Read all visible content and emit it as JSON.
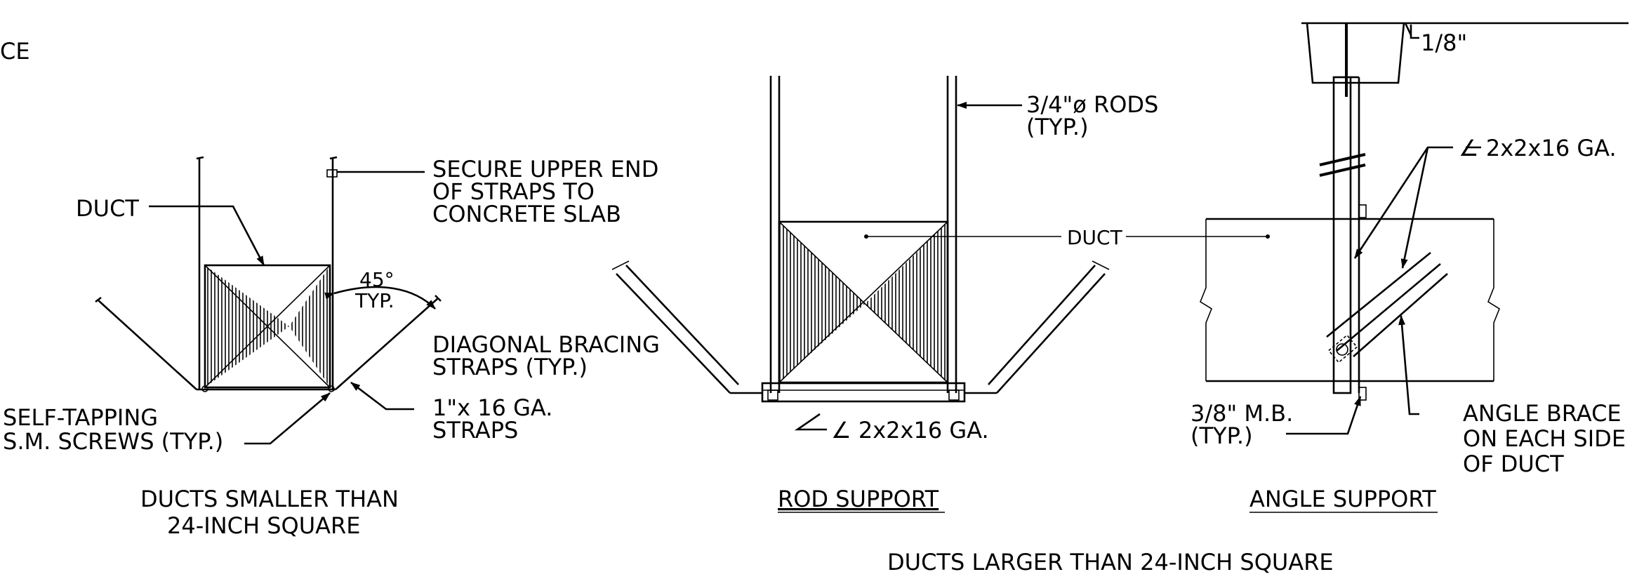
{
  "labels": {
    "cut_off_top_left": "CE",
    "duct_left": "DUCT",
    "secure_line1": "SECURE UPPER END",
    "secure_line2": "OF STRAPS TO",
    "secure_line3": "CONCRETE SLAB",
    "angle_45": "45°",
    "typ_angle": "TYP.",
    "diag_line1": "DIAGONAL BRACING",
    "diag_line2": "STRAPS (TYP.)",
    "strap_line1": "1\"x 16 GA.",
    "strap_line2": "STRAPS",
    "screws_line1": "SELF-TAPPING",
    "screws_line2": "S.M. SCREWS (TYP.)",
    "caption_small_line1": "DUCTS SMALLER THAN",
    "caption_small_line2": "24-INCH SQUARE",
    "rods_line1": "3/4\"ø RODS",
    "rods_line2": "(TYP.)",
    "duct_center": "DUCT",
    "angle_rod": "∠ 2x2x16 GA.",
    "caption_rod": "ROD SUPPORT",
    "weld_size": "1/8\"",
    "angle_right": "∠ 2x2x16 GA.",
    "mb_line1": "3/8\" M.B.",
    "mb_line2": "(TYP.)",
    "brace_line1": "ANGLE BRACE",
    "brace_line2": "ON EACH SIDE",
    "brace_line3": "OF DUCT",
    "caption_angle": "ANGLE SUPPORT",
    "caption_large": "DUCTS LARGER THAN 24-INCH SQUARE"
  }
}
